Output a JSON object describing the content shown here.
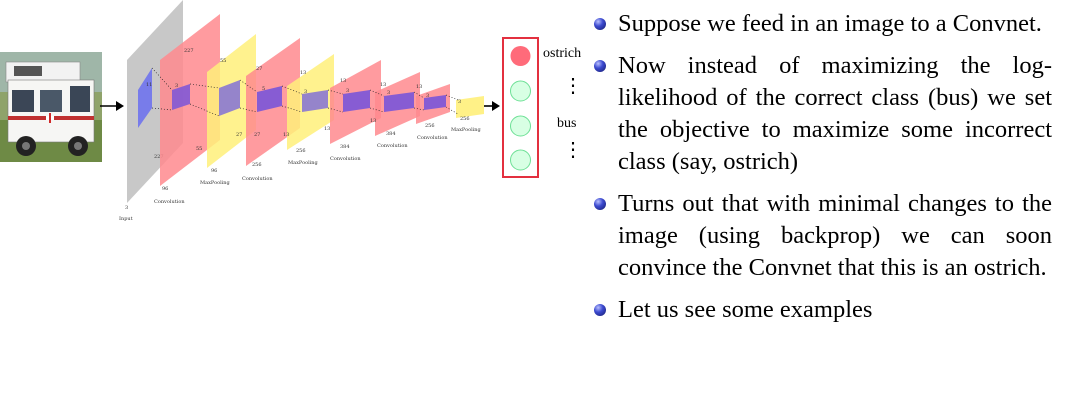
{
  "bullets": [
    {
      "text": "Suppose we feed in an image to a Convnet."
    },
    {
      "text": "Now instead of maximizing the log-likelihood of the correct class (bus) we set the objective to maximize some incorrect class (say, ostrich)"
    },
    {
      "text": "Turns out that with minimal changes to the image (using backprop) we can soon convince the Convnet that this is an ostrich."
    },
    {
      "text": "Let us see some examples"
    }
  ],
  "diagram": {
    "input_image": "photo of a white camper van (bus)",
    "layer_labels": {
      "input": "Input",
      "conv1": "Convolution",
      "pool1": "MaxPooling",
      "conv2": "Convolution",
      "pool2": "MaxPooling",
      "conv3": "Convolution",
      "conv4": "Convolution",
      "conv5": "Convolution",
      "pool3": "MaxPooling"
    },
    "dims": {
      "input_w": "227",
      "input_d": "3",
      "conv1_h": "227",
      "conv1_w": "55",
      "conv1_d": "96",
      "pool1_h": "55",
      "pool1_w": "27",
      "pool1_d": "96",
      "conv2_h": "27",
      "conv2_w": "27",
      "conv2_d": "256",
      "pool2_h": "13",
      "pool2_w": "13",
      "pool2_d": "256",
      "conv3_h": "13",
      "conv3_w": "13",
      "conv3_d": "384",
      "conv4_h": "13",
      "conv4_w": "13",
      "conv4_d": "384",
      "conv5_h": "13",
      "conv5_d": "256",
      "pool3_d": "256",
      "k11": "11",
      "k3a": "3",
      "k5": "5",
      "k3b": "3",
      "k3c": "3",
      "k3d": "3",
      "k3e": "3",
      "k3f": "3"
    },
    "output": {
      "ostrich_label": "ostrich",
      "bus_label": "bus",
      "dots": "⋮",
      "highlight_color": "#e3303f",
      "active_color": "#ff6b7a",
      "inactive_color": "#d8ffe4"
    }
  }
}
